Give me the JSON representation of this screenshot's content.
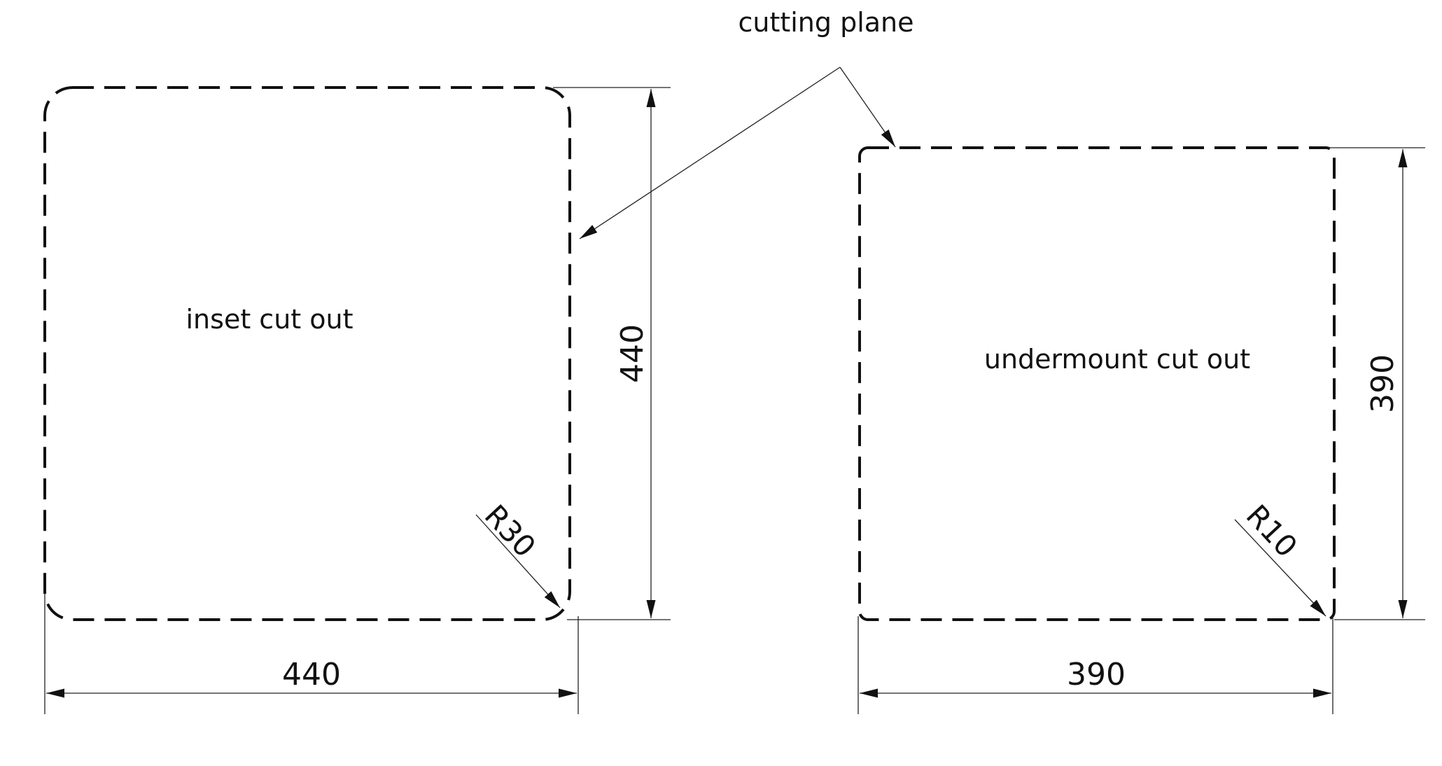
{
  "title": "cutting plane",
  "inset": {
    "label": "inset cut out",
    "width": "440",
    "height": "440",
    "radius": "R30"
  },
  "undermount": {
    "label": "undermount cut out",
    "width": "390",
    "height": "390",
    "radius": "R10"
  },
  "colors": {
    "line": "#111111",
    "background": "#ffffff"
  }
}
